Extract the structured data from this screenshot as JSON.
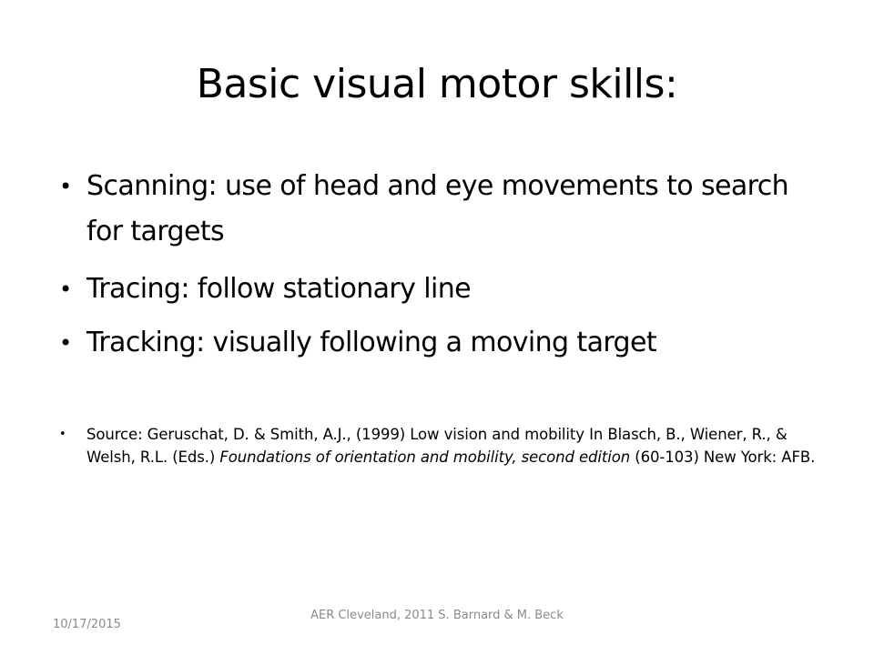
{
  "slide": {
    "title": "Basic visual motor skills:",
    "bullets": [
      {
        "term": "Scanning:",
        "text": " use of head and eye movements to search for targets"
      },
      {
        "term": "Tracing:",
        "text": " follow stationary line"
      },
      {
        "term": "Tracking:",
        "text": " visually following a moving target"
      }
    ],
    "source": {
      "prefix": "Source: Geruschat, D. & Smith, A.J., (1999) Low vision and mobility In Blasch, B., Wiener, R., & Welsh, R.L. (Eds.)  ",
      "book_title": "Foundations of orientation and mobility, second edition",
      "suffix": " (60-103) New York: AFB."
    },
    "bullet_glyph": "•",
    "footer": {
      "date": "10/17/2015",
      "center": "AER Cleveland, 2011     S. Barnard & M. Beck"
    }
  }
}
